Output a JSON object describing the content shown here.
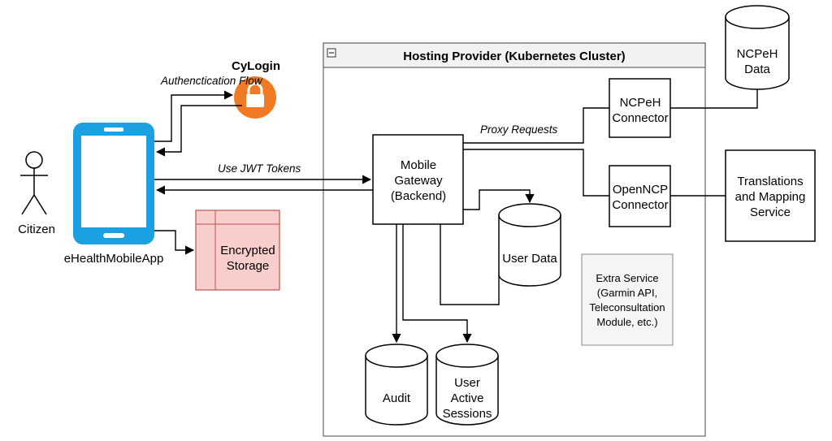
{
  "cluster": {
    "title": "Hosting Provider (Kubernetes Cluster)",
    "collapse_glyph": "−"
  },
  "actor": {
    "label": "Citizen"
  },
  "phone": {
    "label": "eHealthMobileApp"
  },
  "cylogin": {
    "label": "CyLogin",
    "icon": "lock-icon",
    "color": "#f07b24"
  },
  "storage": {
    "line1": "Encrypted",
    "line2": "Storage",
    "fill": "#f8cecc",
    "stroke": "#b85450"
  },
  "gateway": {
    "line1": "Mobile",
    "line2": "Gateway",
    "line3": "(Backend)"
  },
  "ncpeh_connector": {
    "line1": "NCPeH",
    "line2": "Connector"
  },
  "openncp_connector": {
    "line1": "OpenNCP",
    "line2": "Connector"
  },
  "ncpeh_data": {
    "line1": "NCPeH",
    "line2": "Data"
  },
  "translations": {
    "line1": "Translations",
    "line2": "and Mapping",
    "line3": "Service"
  },
  "user_data": {
    "label": "User Data"
  },
  "extra_service": {
    "line1": "Extra Service",
    "line2": "(Garmin API,",
    "line3": "Teleconsultation",
    "line4": "Module, etc.)"
  },
  "audit": {
    "label": "Audit"
  },
  "sessions": {
    "line1": "User",
    "line2": "Active",
    "line3": "Sessions"
  },
  "edges": {
    "auth_flow": "Authenctication Flow",
    "jwt": "Use JWT Tokens",
    "proxy": "Proxy Requests"
  },
  "colors": {
    "phone": "#1ba1e2",
    "phone_screen": "#ffffff",
    "extra_fill": "#f5f5f5"
  }
}
